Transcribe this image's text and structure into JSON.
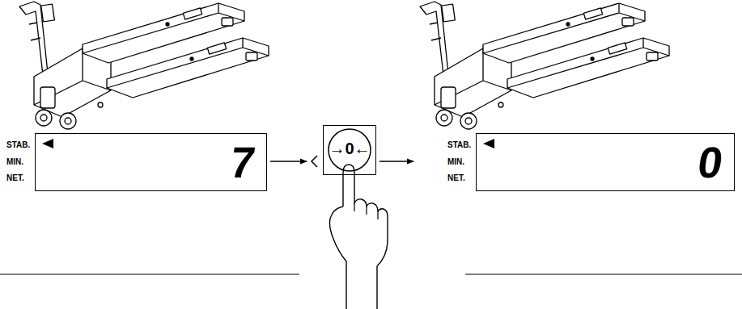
{
  "diagram": {
    "nodes": [
      {
        "text": [
          "STAB.",
          "MIN.",
          "NET.",
          "7"
        ]
      },
      {
        "text": [
          "→0←"
        ]
      },
      {
        "text": [
          "STAB.",
          "MIN.",
          "NET.",
          "0"
        ]
      }
    ],
    "edges": [
      {
        "from": 0,
        "to": 1,
        "arrow": "to"
      },
      {
        "from": 1,
        "to": 2,
        "arrow": "to"
      }
    ]
  }
}
